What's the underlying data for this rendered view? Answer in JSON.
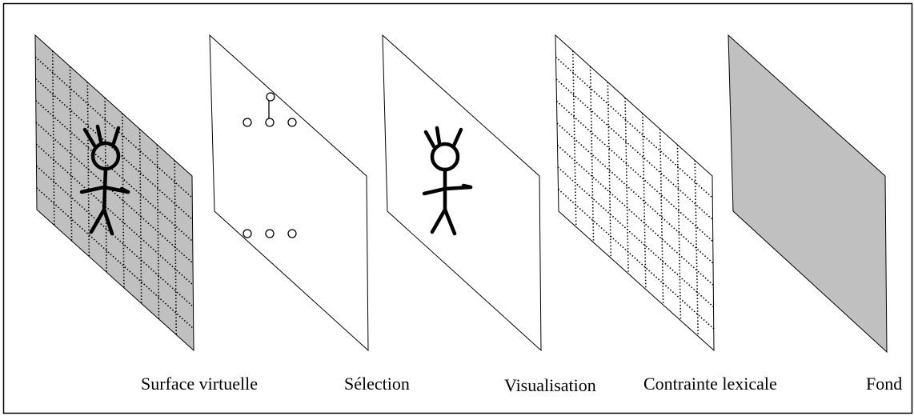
{
  "labels": {
    "surface": "Surface virtuelle",
    "selection": "Sélection",
    "visualisation": "Visualisation",
    "contrainte": "Contrainte lexicale",
    "fond": "Fond"
  },
  "colors": {
    "plane_fill_gray": "#c0c0c0",
    "plane_fill_white": "#ffffff",
    "stroke": "#000000"
  }
}
